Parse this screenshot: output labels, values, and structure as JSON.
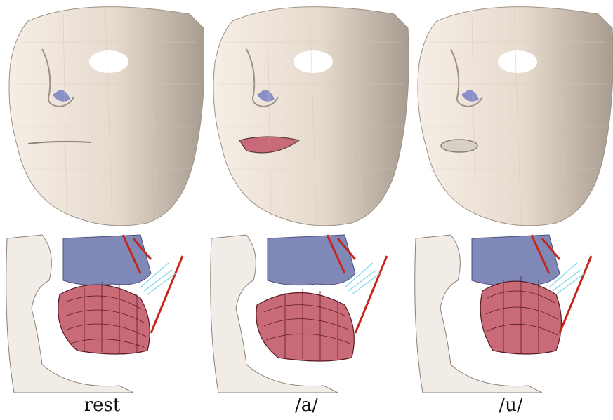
{
  "figure": {
    "columns": [
      {
        "id": "rest",
        "label": "rest",
        "mouth_state": "closed"
      },
      {
        "id": "a",
        "label": "/a/",
        "mouth_state": "open"
      },
      {
        "id": "u",
        "label": "/u/",
        "mouth_state": "rounded"
      }
    ],
    "colors": {
      "skin": "#eee4da",
      "skin_shadow": "#b8aca0",
      "nostril": "#8a8fc8",
      "tongue": "#c86a78",
      "tongue_grid": "#5a1a24",
      "muscle_red": "#c42818",
      "muscle_cyan": "#7fd6e6",
      "palate_blue": "#8088b8",
      "fiber_purple": "#5a4aa8"
    }
  }
}
